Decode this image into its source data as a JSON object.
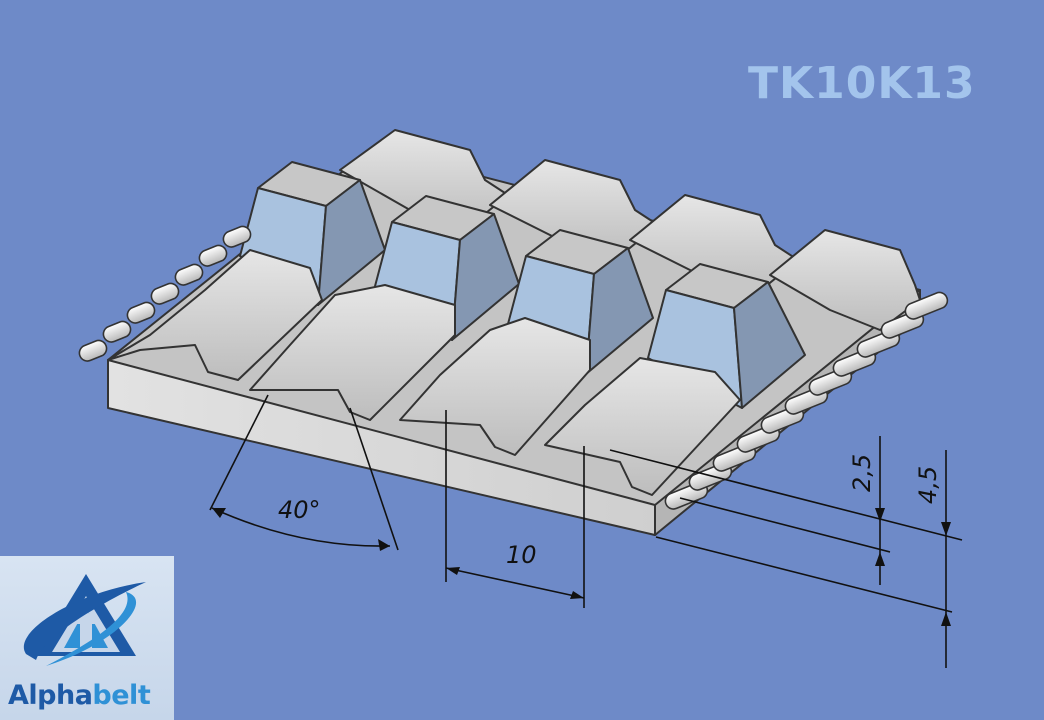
{
  "title": "TK10K13",
  "dimensions": {
    "angle": "40°",
    "pitch": "10",
    "belt_thickness": "2,5",
    "total_height": "4,5"
  },
  "logo": {
    "brand_part1": "Alpha",
    "brand_part2": "belt"
  },
  "colors": {
    "background": "#6e8ac8",
    "belt_body": "#d6d6d6",
    "tooth_face": "#a9c2df",
    "title": "#a3c4ec",
    "logo_dark": "#1e5aa6",
    "logo_light": "#2f91d6"
  },
  "icons": [
    "alphabelt-logo-icon"
  ]
}
